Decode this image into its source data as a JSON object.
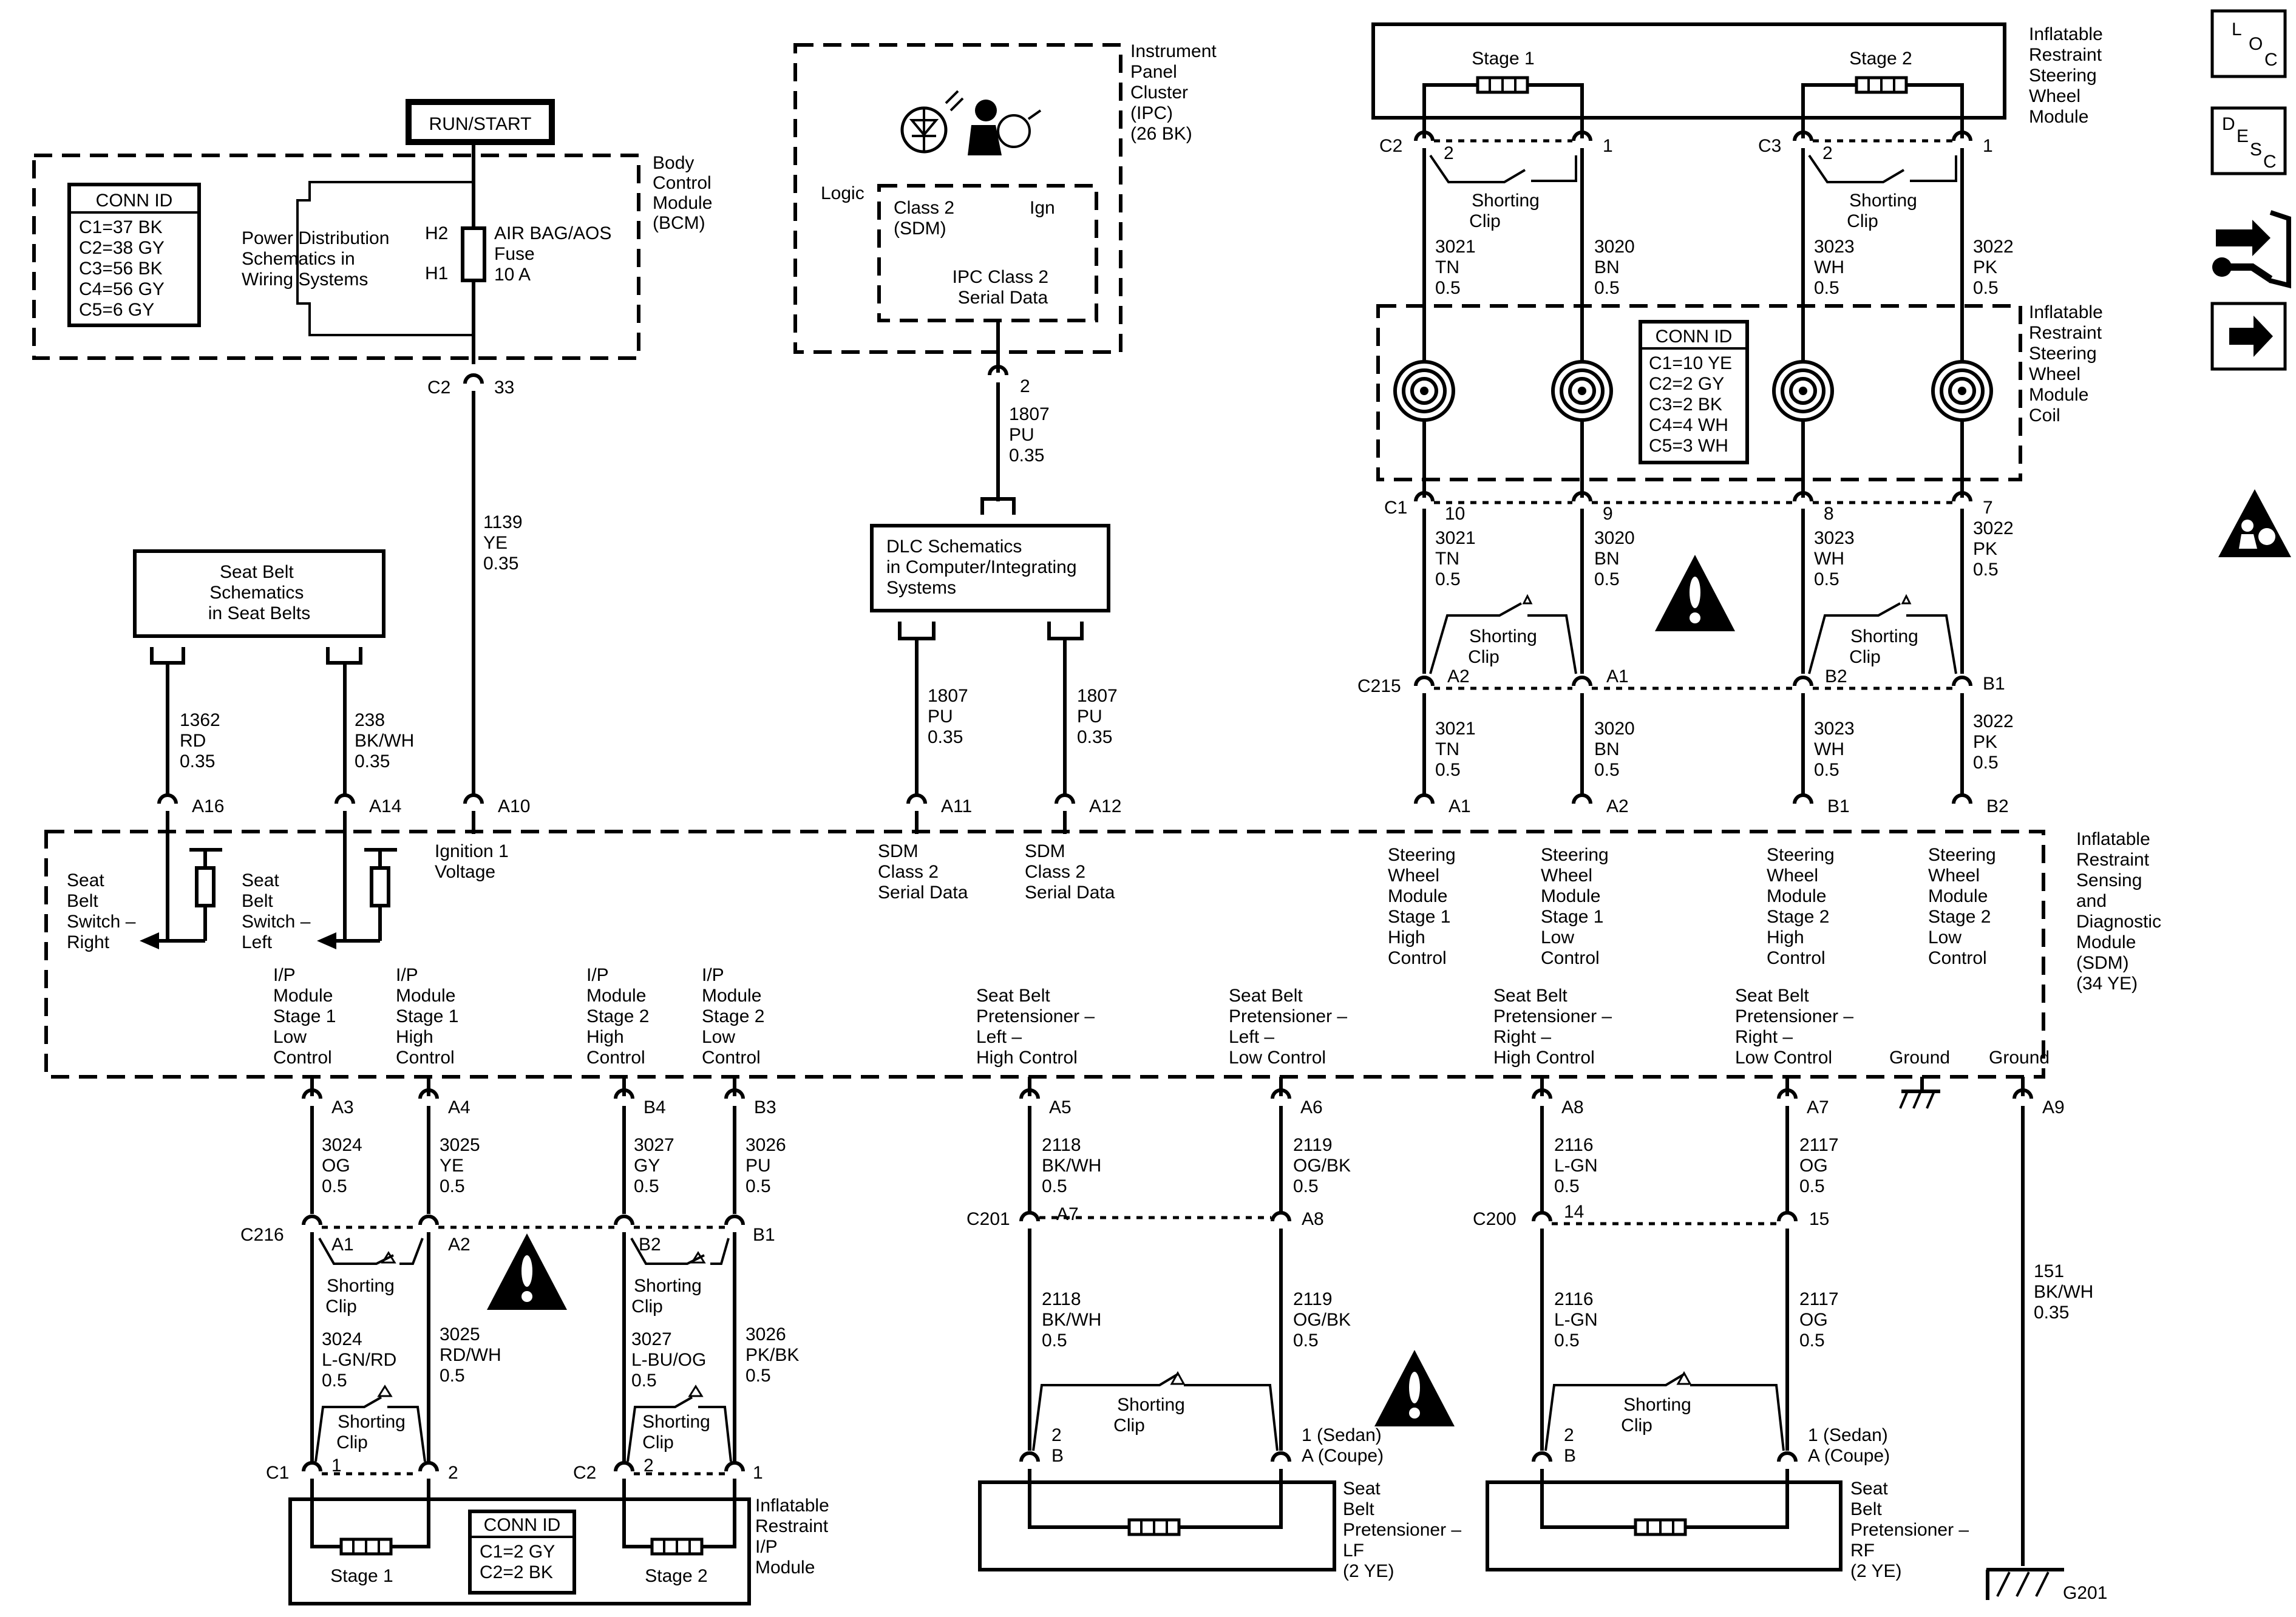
{
  "power": {
    "run_start": "RUN/START"
  },
  "bcm": {
    "title": [
      "Body",
      "Control",
      "Module",
      "(BCM)"
    ],
    "conn_id_title": "CONN ID",
    "conn_ids": [
      "C1=37 BK",
      "C2=38 GY",
      "C3=56 BK",
      "C4=56 GY",
      "C5=6 GY"
    ],
    "power_dist": [
      "Power Distribution",
      "Schematics in",
      "Wiring Systems"
    ],
    "fuse_h2": "H2",
    "fuse_h1": "H1",
    "fuse_label": [
      "AIR BAG/AOS",
      "Fuse",
      "10 A"
    ],
    "conn_c2": "C2",
    "pin_33": "33"
  },
  "wires": {
    "w1139": [
      "1139",
      "YE",
      "0.35"
    ],
    "w1362": [
      "1362",
      "RD",
      "0.35"
    ],
    "w238": [
      "238",
      "BK/WH",
      "0.35"
    ],
    "w1807_top": [
      "1807",
      "PU",
      "0.35"
    ],
    "w1807_l": [
      "1807",
      "PU",
      "0.35"
    ],
    "w1807_r": [
      "1807",
      "PU",
      "0.35"
    ],
    "w3021_a": [
      "3021",
      "TN",
      "0.5"
    ],
    "w3020_a": [
      "3020",
      "BN",
      "0.5"
    ],
    "w3023_a": [
      "3023",
      "WH",
      "0.5"
    ],
    "w3022_a": [
      "3022",
      "PK",
      "0.5"
    ],
    "w3021_b": [
      "3021",
      "TN",
      "0.5"
    ],
    "w3020_b": [
      "3020",
      "BN",
      "0.5"
    ],
    "w3023_b": [
      "3023",
      "WH",
      "0.5"
    ],
    "w3022_b": [
      "3022",
      "PK",
      "0.5"
    ],
    "w3021_c": [
      "3021",
      "TN",
      "0.5"
    ],
    "w3020_c": [
      "3020",
      "BN",
      "0.5"
    ],
    "w3023_c": [
      "3023",
      "WH",
      "0.5"
    ],
    "w3022_c": [
      "3022",
      "PK",
      "0.5"
    ],
    "w3024": [
      "3024",
      "OG",
      "0.5"
    ],
    "w3025": [
      "3025",
      "YE",
      "0.5"
    ],
    "w3027": [
      "3027",
      "GY",
      "0.5"
    ],
    "w3026": [
      "3026",
      "PU",
      "0.5"
    ],
    "w3024b": [
      "3024",
      "L-GN/RD",
      "0.5"
    ],
    "w3025b": [
      "3025",
      "RD/WH",
      "0.5"
    ],
    "w3027b": [
      "3027",
      "L-BU/OG",
      "0.5"
    ],
    "w3026b": [
      "3026",
      "PK/BK",
      "0.5"
    ],
    "w2118": [
      "2118",
      "BK/WH",
      "0.5"
    ],
    "w2119": [
      "2119",
      "OG/BK",
      "0.5"
    ],
    "w2116": [
      "2116",
      "L-GN",
      "0.5"
    ],
    "w2117": [
      "2117",
      "OG",
      "0.5"
    ],
    "w2118b": [
      "2118",
      "BK/WH",
      "0.5"
    ],
    "w2119b": [
      "2119",
      "OG/BK",
      "0.5"
    ],
    "w2116b": [
      "2116",
      "L-GN",
      "0.5"
    ],
    "w2117b": [
      "2117",
      "OG",
      "0.5"
    ],
    "w151": [
      "151",
      "BK/WH",
      "0.35"
    ]
  },
  "seatbelt_box": [
    "Seat Belt",
    "Schematics",
    "in Seat Belts"
  ],
  "ipc": {
    "title": [
      "Instrument",
      "Panel",
      "Cluster",
      "(IPC)",
      "(26 BK)"
    ],
    "logic": "Logic",
    "class2": [
      "Class 2",
      "(SDM)"
    ],
    "ign": "Ign",
    "serial": [
      "IPC Class 2",
      "Serial Data"
    ],
    "pin2": "2"
  },
  "dlc_box": [
    "DLC Schematics",
    "in Computer/Integrating",
    "Systems"
  ],
  "steering_module": {
    "title": [
      "Inflatable",
      "Restraint",
      "Steering",
      "Wheel",
      "Module"
    ],
    "stage1": "Stage 1",
    "stage2": "Stage 2",
    "c2": "C2",
    "c3": "C3",
    "p2a": "2",
    "p1a": "1",
    "p2b": "2",
    "p1b": "1",
    "shorting": [
      "Shorting",
      "Clip"
    ]
  },
  "coil": {
    "title": [
      "Inflatable",
      "Restraint",
      "Steering",
      "Wheel",
      "Module",
      "Coil"
    ],
    "conn_id_title": "CONN ID",
    "conn_ids": [
      "C1=10 YE",
      "C2=2 GY",
      "C3=2 BK",
      "C4=4 WH",
      "C5=3 WH"
    ],
    "c1": "C1",
    "p10": "10",
    "p9": "9",
    "p8": "8",
    "p7": "7"
  },
  "c215": {
    "name": "C215",
    "a2": "A2",
    "a1": "A1",
    "b2": "B2",
    "b1": "B1",
    "shorting": [
      "Shorting",
      "Clip"
    ]
  },
  "sdm": {
    "title": [
      "Inflatable",
      "Restraint",
      "Sensing",
      "and",
      "Diagnostic",
      "Module",
      "(SDM)",
      "(34 YE)"
    ],
    "pins_top": [
      "A16",
      "A14",
      "A10",
      "A11",
      "A12",
      "A1",
      "A2",
      "B1",
      "B2"
    ],
    "sb_right": [
      "Seat",
      "Belt",
      "Switch –",
      "Right"
    ],
    "sb_left": [
      "Seat",
      "Belt",
      "Switch –",
      "Left"
    ],
    "ign": [
      "Ignition 1",
      "Voltage"
    ],
    "sdm_c2a": [
      "SDM",
      "Class 2",
      "Serial Data"
    ],
    "sdm_c2b": [
      "SDM",
      "Class 2",
      "Serial Data"
    ],
    "sw1h": [
      "Steering",
      "Wheel",
      "Module",
      "Stage 1",
      "High",
      "Control"
    ],
    "sw1l": [
      "Steering",
      "Wheel",
      "Module",
      "Stage 1",
      "Low",
      "Control"
    ],
    "sw2h": [
      "Steering",
      "Wheel",
      "Module",
      "Stage 2",
      "High",
      "Control"
    ],
    "sw2l": [
      "Steering",
      "Wheel",
      "Module",
      "Stage 2",
      "Low",
      "Control"
    ],
    "ip1l": [
      "I/P",
      "Module",
      "Stage 1",
      "Low",
      "Control"
    ],
    "ip1h": [
      "I/P",
      "Module",
      "Stage 1",
      "High",
      "Control"
    ],
    "ip2h": [
      "I/P",
      "Module",
      "Stage 2",
      "High",
      "Control"
    ],
    "ip2l": [
      "I/P",
      "Module",
      "Stage 2",
      "Low",
      "Control"
    ],
    "pt_lh": [
      "Seat Belt",
      "Pretensioner –",
      "Left –",
      "High Control"
    ],
    "pt_ll": [
      "Seat Belt",
      "Pretensioner –",
      "Left –",
      "Low Control"
    ],
    "pt_rh": [
      "Seat Belt",
      "Pretensioner –",
      "Right –",
      "High Control"
    ],
    "pt_rl": [
      "Seat Belt",
      "Pretensioner –",
      "Right –",
      "Low Control"
    ],
    "ground1": "Ground",
    "ground2": "Ground",
    "pins_bottom": [
      "A3",
      "A4",
      "B4",
      "B3",
      "A5",
      "A6",
      "A8",
      "A7",
      "A9"
    ]
  },
  "c216": {
    "name": "C216",
    "a1": "A1",
    "a2": "A2",
    "b2": "B2",
    "b1": "B1",
    "shorting": [
      "Shorting",
      "Clip"
    ]
  },
  "ip_module": {
    "title": [
      "Inflatable",
      "Restraint",
      "I/P",
      "Module"
    ],
    "c1": "C1",
    "c2": "C2",
    "p1a": "1",
    "p2a": "2",
    "p2b": "2",
    "p1b": "1",
    "shorting": [
      "Shorting",
      "Clip"
    ],
    "conn_id_title": "CONN ID",
    "conn_ids": [
      "C1=2 GY",
      "C2=2 BK"
    ],
    "stage1": "Stage 1",
    "stage2": "Stage 2"
  },
  "c201": {
    "name": "C201",
    "a7": "A7",
    "a8": "A8"
  },
  "c200": {
    "name": "C200",
    "p14": "14",
    "p15": "15"
  },
  "pret_lf": {
    "title": [
      "Seat",
      "Belt",
      "Pretensioner –",
      "LF",
      "(2 YE)"
    ],
    "pin_left": [
      "2",
      "B"
    ],
    "pin_right": [
      "1 (Sedan)",
      "A (Coupe)"
    ],
    "shorting": [
      "Shorting",
      "Clip"
    ]
  },
  "pret_rf": {
    "title": [
      "Seat",
      "Belt",
      "Pretensioner –",
      "RF",
      "(2 YE)"
    ],
    "pin_left": [
      "2",
      "B"
    ],
    "pin_right": [
      "1 (Sedan)",
      "A (Coupe)"
    ],
    "shorting": [
      "Shorting",
      "Clip"
    ]
  },
  "g201": "G201",
  "side_icons": {
    "loc": [
      "L",
      "O",
      "C"
    ],
    "desc": [
      "D",
      "E",
      "S",
      "C"
    ],
    "icons": [
      "connector-tools-icon",
      "arrow-right-icon",
      "airbag-warning-icon"
    ]
  }
}
